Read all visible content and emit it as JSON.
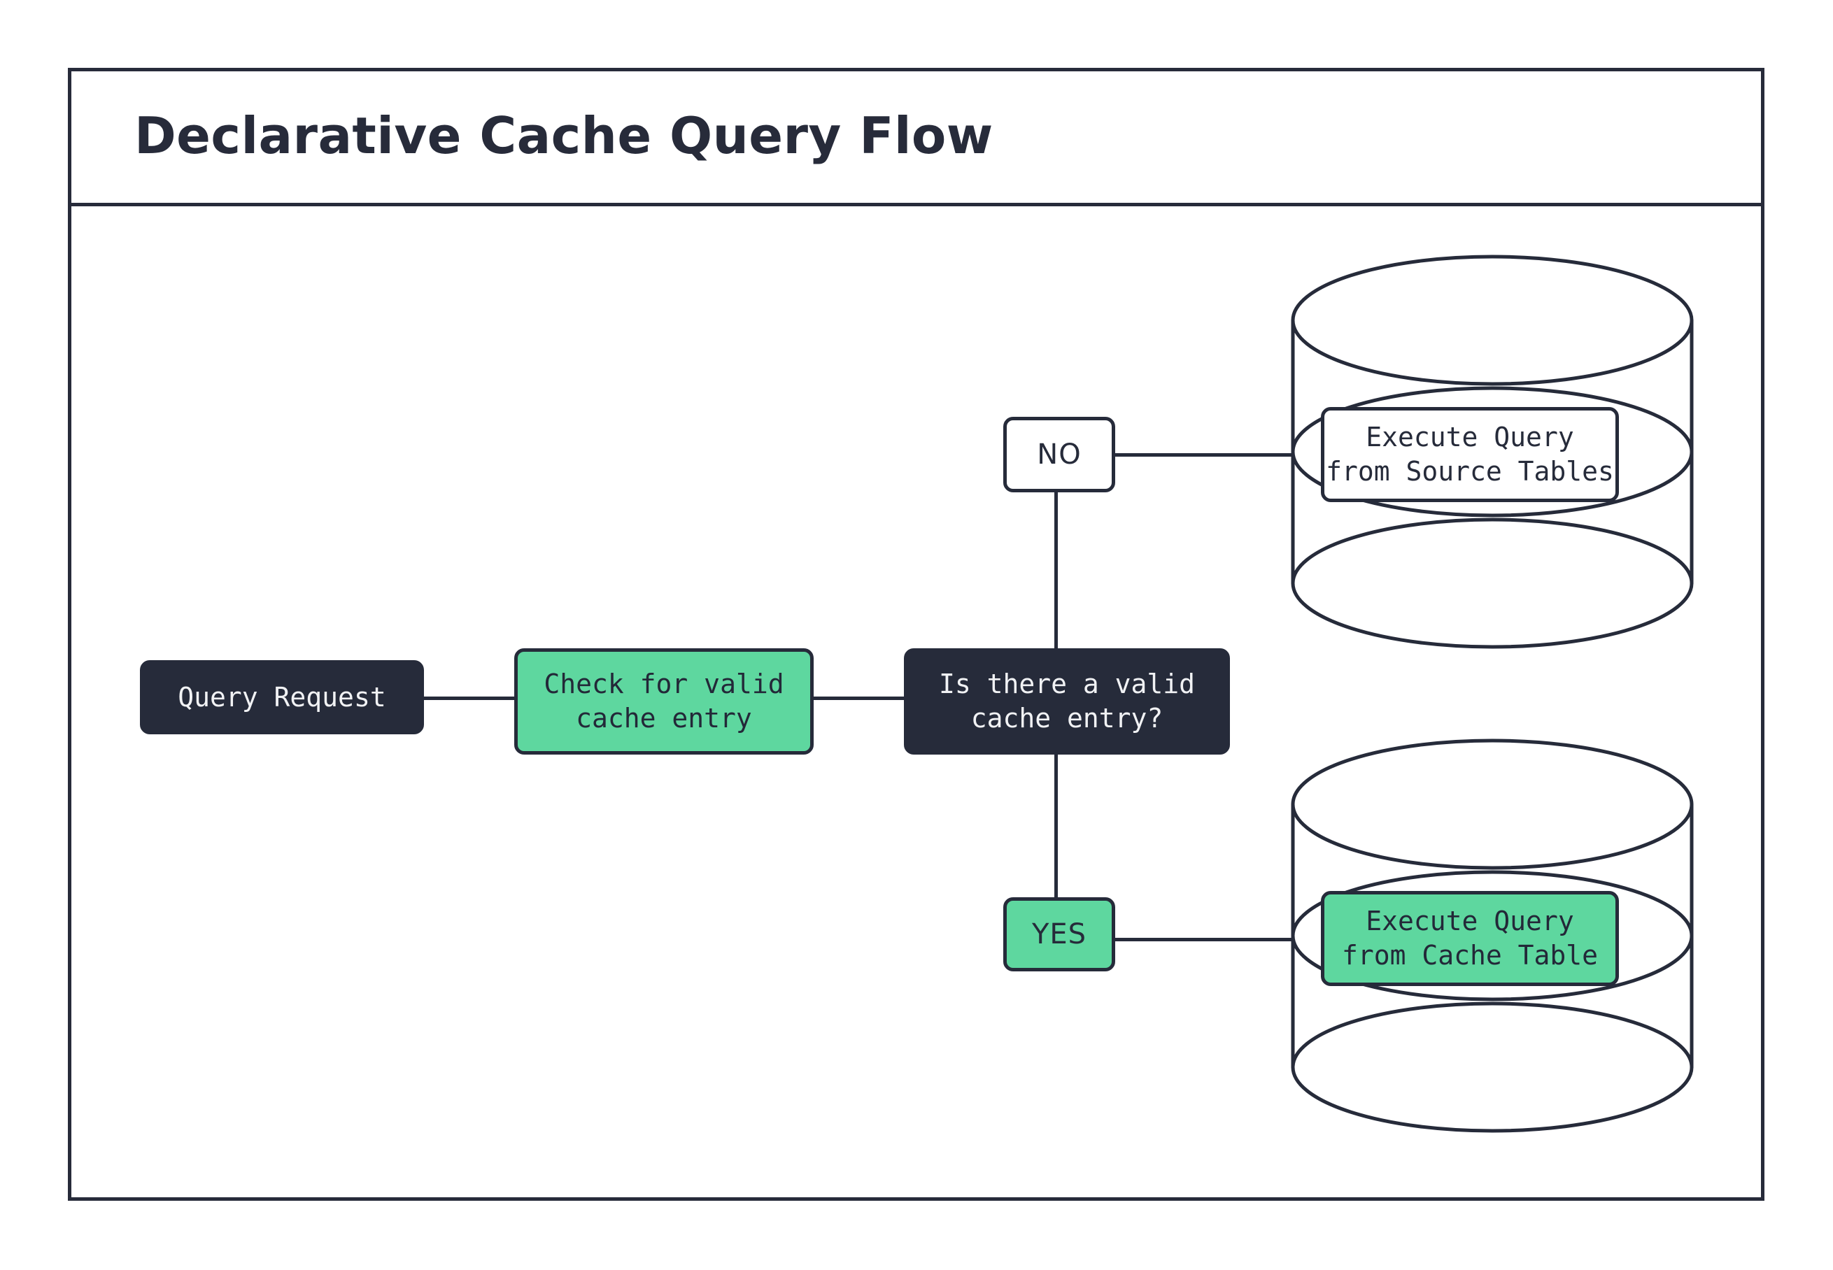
{
  "diagram": {
    "title": "Declarative Cache Query Flow",
    "colors": {
      "ink": "#262b3a",
      "accent_green": "#5ed79f",
      "surface": "#ffffff"
    },
    "nodes": {
      "query_request": "Query Request",
      "check_cache": "Check for valid\ncache entry",
      "decision": "Is there a valid\ncache entry?",
      "branch_no": "NO",
      "branch_yes": "YES",
      "execute_source": "Execute Query\nfrom Source Tables",
      "execute_cache": "Execute Query\nfrom Cache Table"
    },
    "stores": {
      "source_tables_store": "source-tables-database",
      "cache_table_store": "cache-table-database"
    },
    "edges": [
      {
        "from": "query_request",
        "to": "check_cache",
        "label": ""
      },
      {
        "from": "check_cache",
        "to": "decision",
        "label": ""
      },
      {
        "from": "decision",
        "to": "branch_no",
        "label": "NO"
      },
      {
        "from": "branch_no",
        "to": "execute_source",
        "label": ""
      },
      {
        "from": "decision",
        "to": "branch_yes",
        "label": "YES"
      },
      {
        "from": "branch_yes",
        "to": "execute_cache",
        "label": ""
      }
    ]
  }
}
